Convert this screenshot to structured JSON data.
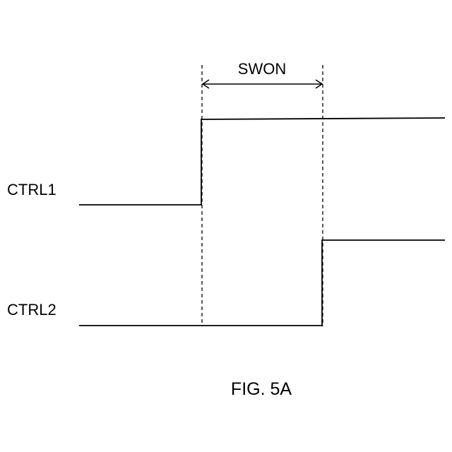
{
  "figure": {
    "caption": "FIG. 5A",
    "interval_label": "SWON",
    "signals": [
      {
        "label": "CTRL1"
      },
      {
        "label": "CTRL2"
      }
    ]
  }
}
